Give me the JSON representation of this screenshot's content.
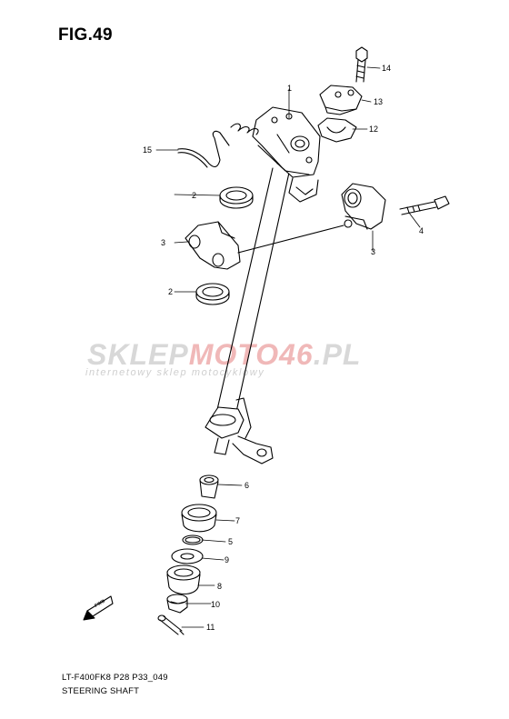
{
  "figure": {
    "title": "FIG.49"
  },
  "watermark": {
    "brand_part1": "SKLEP",
    "brand_part2": "MOTO",
    "brand_part3": "46",
    "brand_part4": ".PL",
    "tagline": "internetowy sklep motocyklowy"
  },
  "callouts": [
    {
      "id": "1",
      "label": "1"
    },
    {
      "id": "2a",
      "label": "2"
    },
    {
      "id": "2b",
      "label": "2"
    },
    {
      "id": "3a",
      "label": "3"
    },
    {
      "id": "3b",
      "label": "3"
    },
    {
      "id": "4",
      "label": "4"
    },
    {
      "id": "5",
      "label": "5"
    },
    {
      "id": "6",
      "label": "6"
    },
    {
      "id": "7",
      "label": "7"
    },
    {
      "id": "8",
      "label": "8"
    },
    {
      "id": "9",
      "label": "9"
    },
    {
      "id": "10",
      "label": "10"
    },
    {
      "id": "11",
      "label": "11"
    },
    {
      "id": "12",
      "label": "12"
    },
    {
      "id": "13",
      "label": "13"
    },
    {
      "id": "14",
      "label": "14"
    },
    {
      "id": "15",
      "label": "15"
    }
  ],
  "direction_badge": {
    "label": "FWD"
  },
  "footer": {
    "model_code": "LT-F400FK8 P28 P33_049",
    "section_name": "STEERING SHAFT"
  },
  "colors": {
    "line": "#000000",
    "background": "#ffffff",
    "watermark_gray": "#d8d8d8",
    "watermark_red": "#f0b8b8"
  }
}
